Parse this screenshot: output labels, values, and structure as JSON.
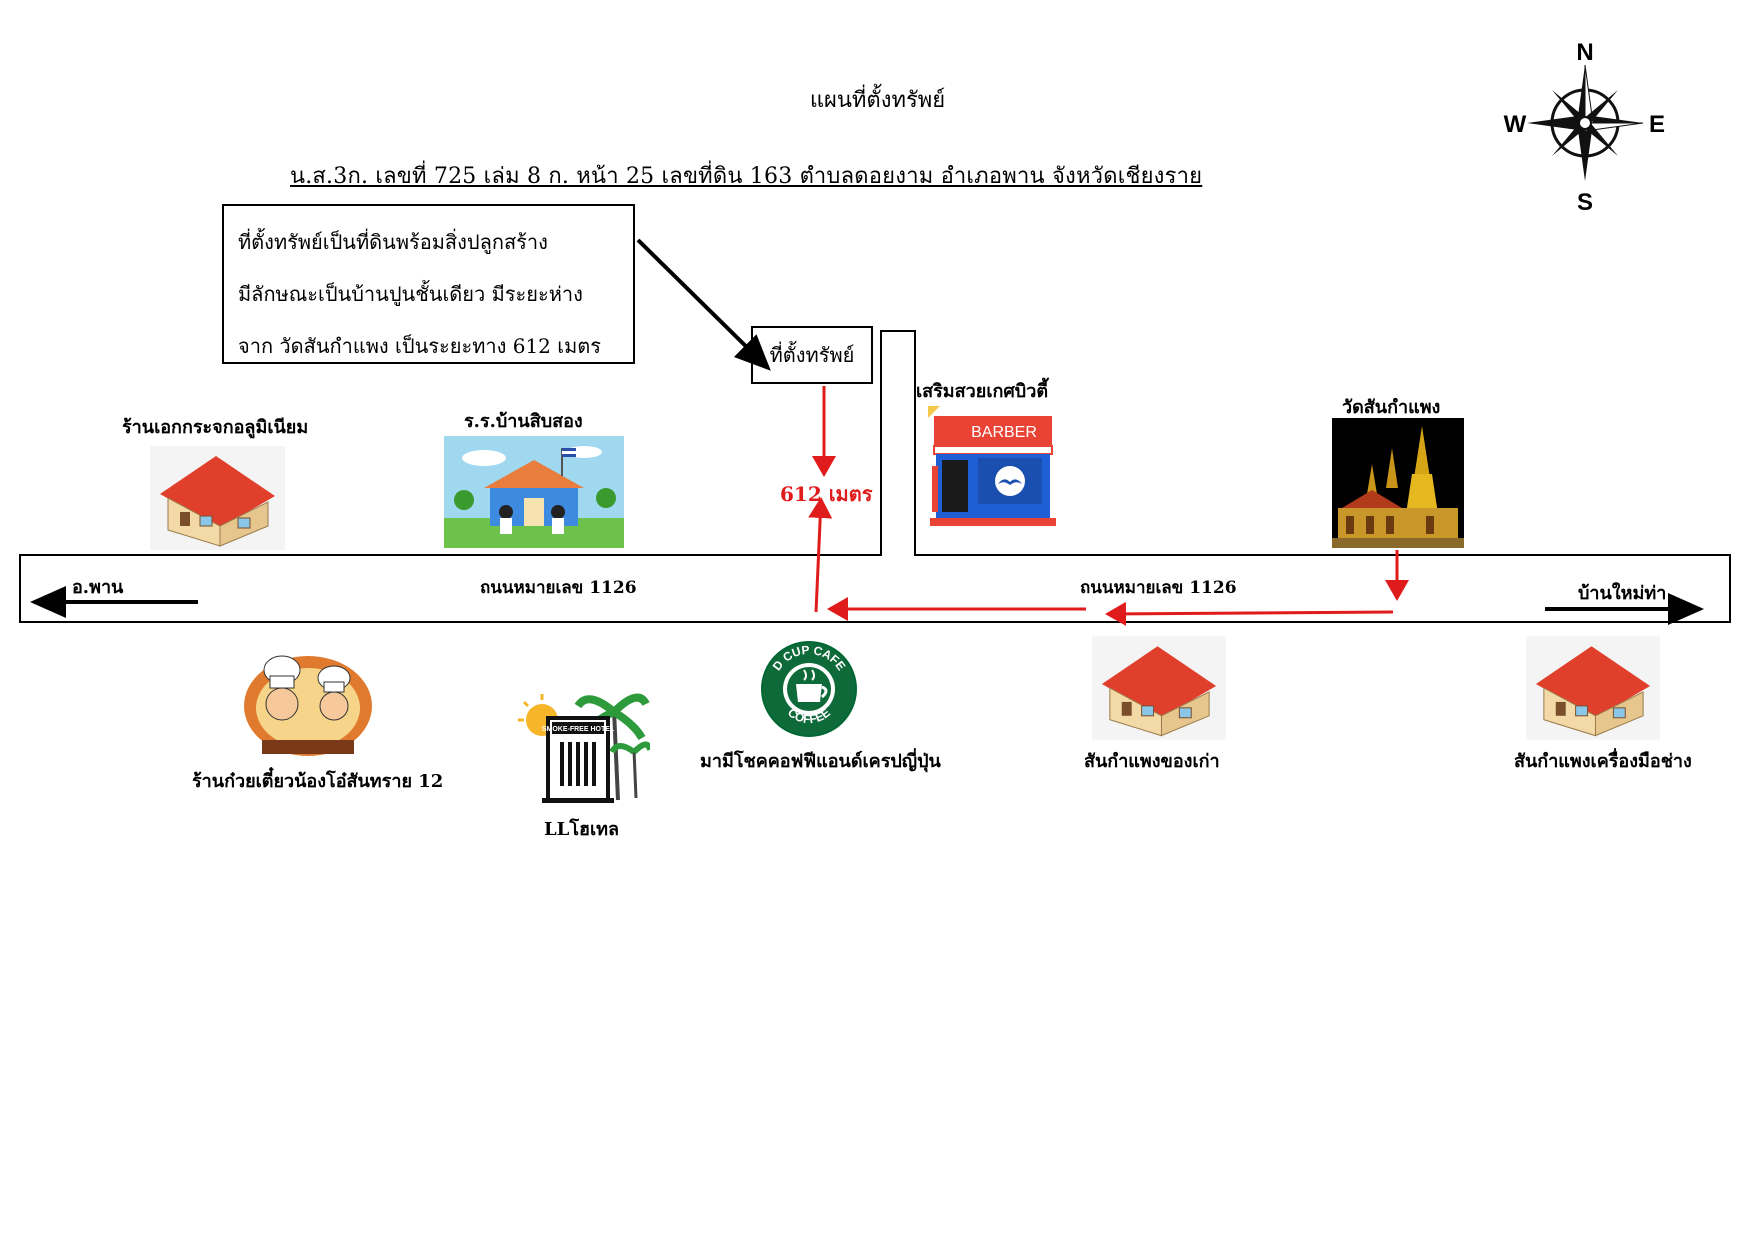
{
  "map": {
    "title": "แผนที่ตั้งทรัพย์",
    "subtitle": "น.ส.3ก.   เลขที่ 725 เล่ม 8 ก.  หน้า 25  เลขที่ดิน 163    ตำบลดอยงาม    อำเภอพาน   จังหวัดเชียงราย",
    "description_lines": [
      "ที่ตั้งทรัพย์เป็นที่ดินพร้อมสิ่งปลูกสร้าง",
      "มีลักษณะเป็นบ้านปูนชั้นเดียว มีระยะห่าง",
      "จาก วัดสันกำแพง เป็นระยะทาง 612 เมตร"
    ],
    "property_label": "ที่ตั้งทรัพย์",
    "distance_label": "612 เมตร",
    "compass": {
      "n": "N",
      "s": "S",
      "e": "E",
      "w": "W"
    },
    "road": {
      "left_direction": "อ.พาน",
      "right_direction": "บ้านใหม่ท่า",
      "name_left": "ถนนหมายเลข 1126",
      "name_right": "ถนนหมายเลข 1126"
    },
    "landmarks_north": [
      {
        "label": "ร้านเอกกระจกอลูมิเนียม",
        "icon": "house-icon"
      },
      {
        "label": "ร.ร.บ้านสิบสอง",
        "icon": "school-icon"
      },
      {
        "label": "เสริมสวยเกศบิวตี้",
        "icon": "barber-shop-icon",
        "sign": "BARBER"
      },
      {
        "label": "วัดสันกำแพง",
        "icon": "temple-icon"
      }
    ],
    "landmarks_south": [
      {
        "label": "ร้านก๋วยเตี๋ยวน้องโอ๋สันทราย 12",
        "icon": "chef-icon"
      },
      {
        "label": "LLโฮเทล",
        "icon": "hotel-icon",
        "sign": "SMOKE-FREE HOTEL"
      },
      {
        "label": "มามีโชคคอฟฟีแอนด์เครปญี่ปุ่น",
        "icon": "coffee-logo-icon",
        "sign_top": "D CUP CAFE",
        "sign_bottom": "COFFEE"
      },
      {
        "label": "สันกำแพงของเก่า",
        "icon": "house-icon"
      },
      {
        "label": "สันกำแพงเครื่องมือช่าง",
        "icon": "house-icon"
      }
    ],
    "colors": {
      "route": "#e01b1b",
      "roof": "#e0402b",
      "wall": "#f3d9a6",
      "barber": "#1e5fd6",
      "temple": "#d6a516"
    }
  }
}
